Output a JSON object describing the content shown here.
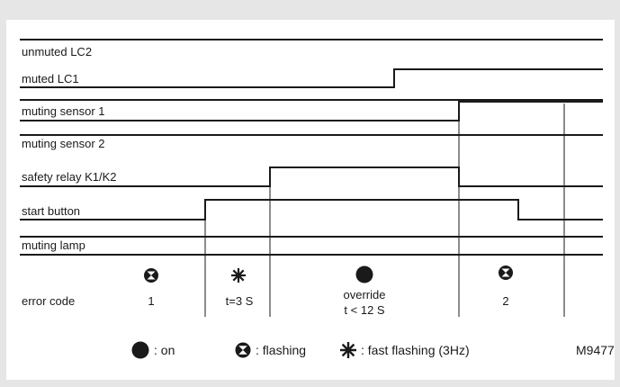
{
  "signals": [
    {
      "label": "unmuted LC2"
    },
    {
      "label": "muted LC1"
    },
    {
      "label": "muting sensor 1"
    },
    {
      "label": "muting sensor 2"
    },
    {
      "label": "safety relay K1/K2"
    },
    {
      "label": "start button"
    },
    {
      "label": "muting lamp"
    }
  ],
  "error_code": {
    "label": "error code",
    "phases": [
      {
        "icon": "flashing-icon",
        "lines": [
          "1"
        ]
      },
      {
        "icon": "fast-flashing-icon",
        "lines": [
          "t=3 S"
        ]
      },
      {
        "icon": "on-icon",
        "lines": [
          "override",
          "t < 12 S"
        ]
      },
      {
        "icon": "flashing-icon",
        "lines": [
          "2"
        ]
      }
    ]
  },
  "legend": {
    "on": ": on",
    "flashing": ": flashing",
    "fast_flashing": ": fast flashing (3Hz)"
  },
  "figure_id": "M9477"
}
